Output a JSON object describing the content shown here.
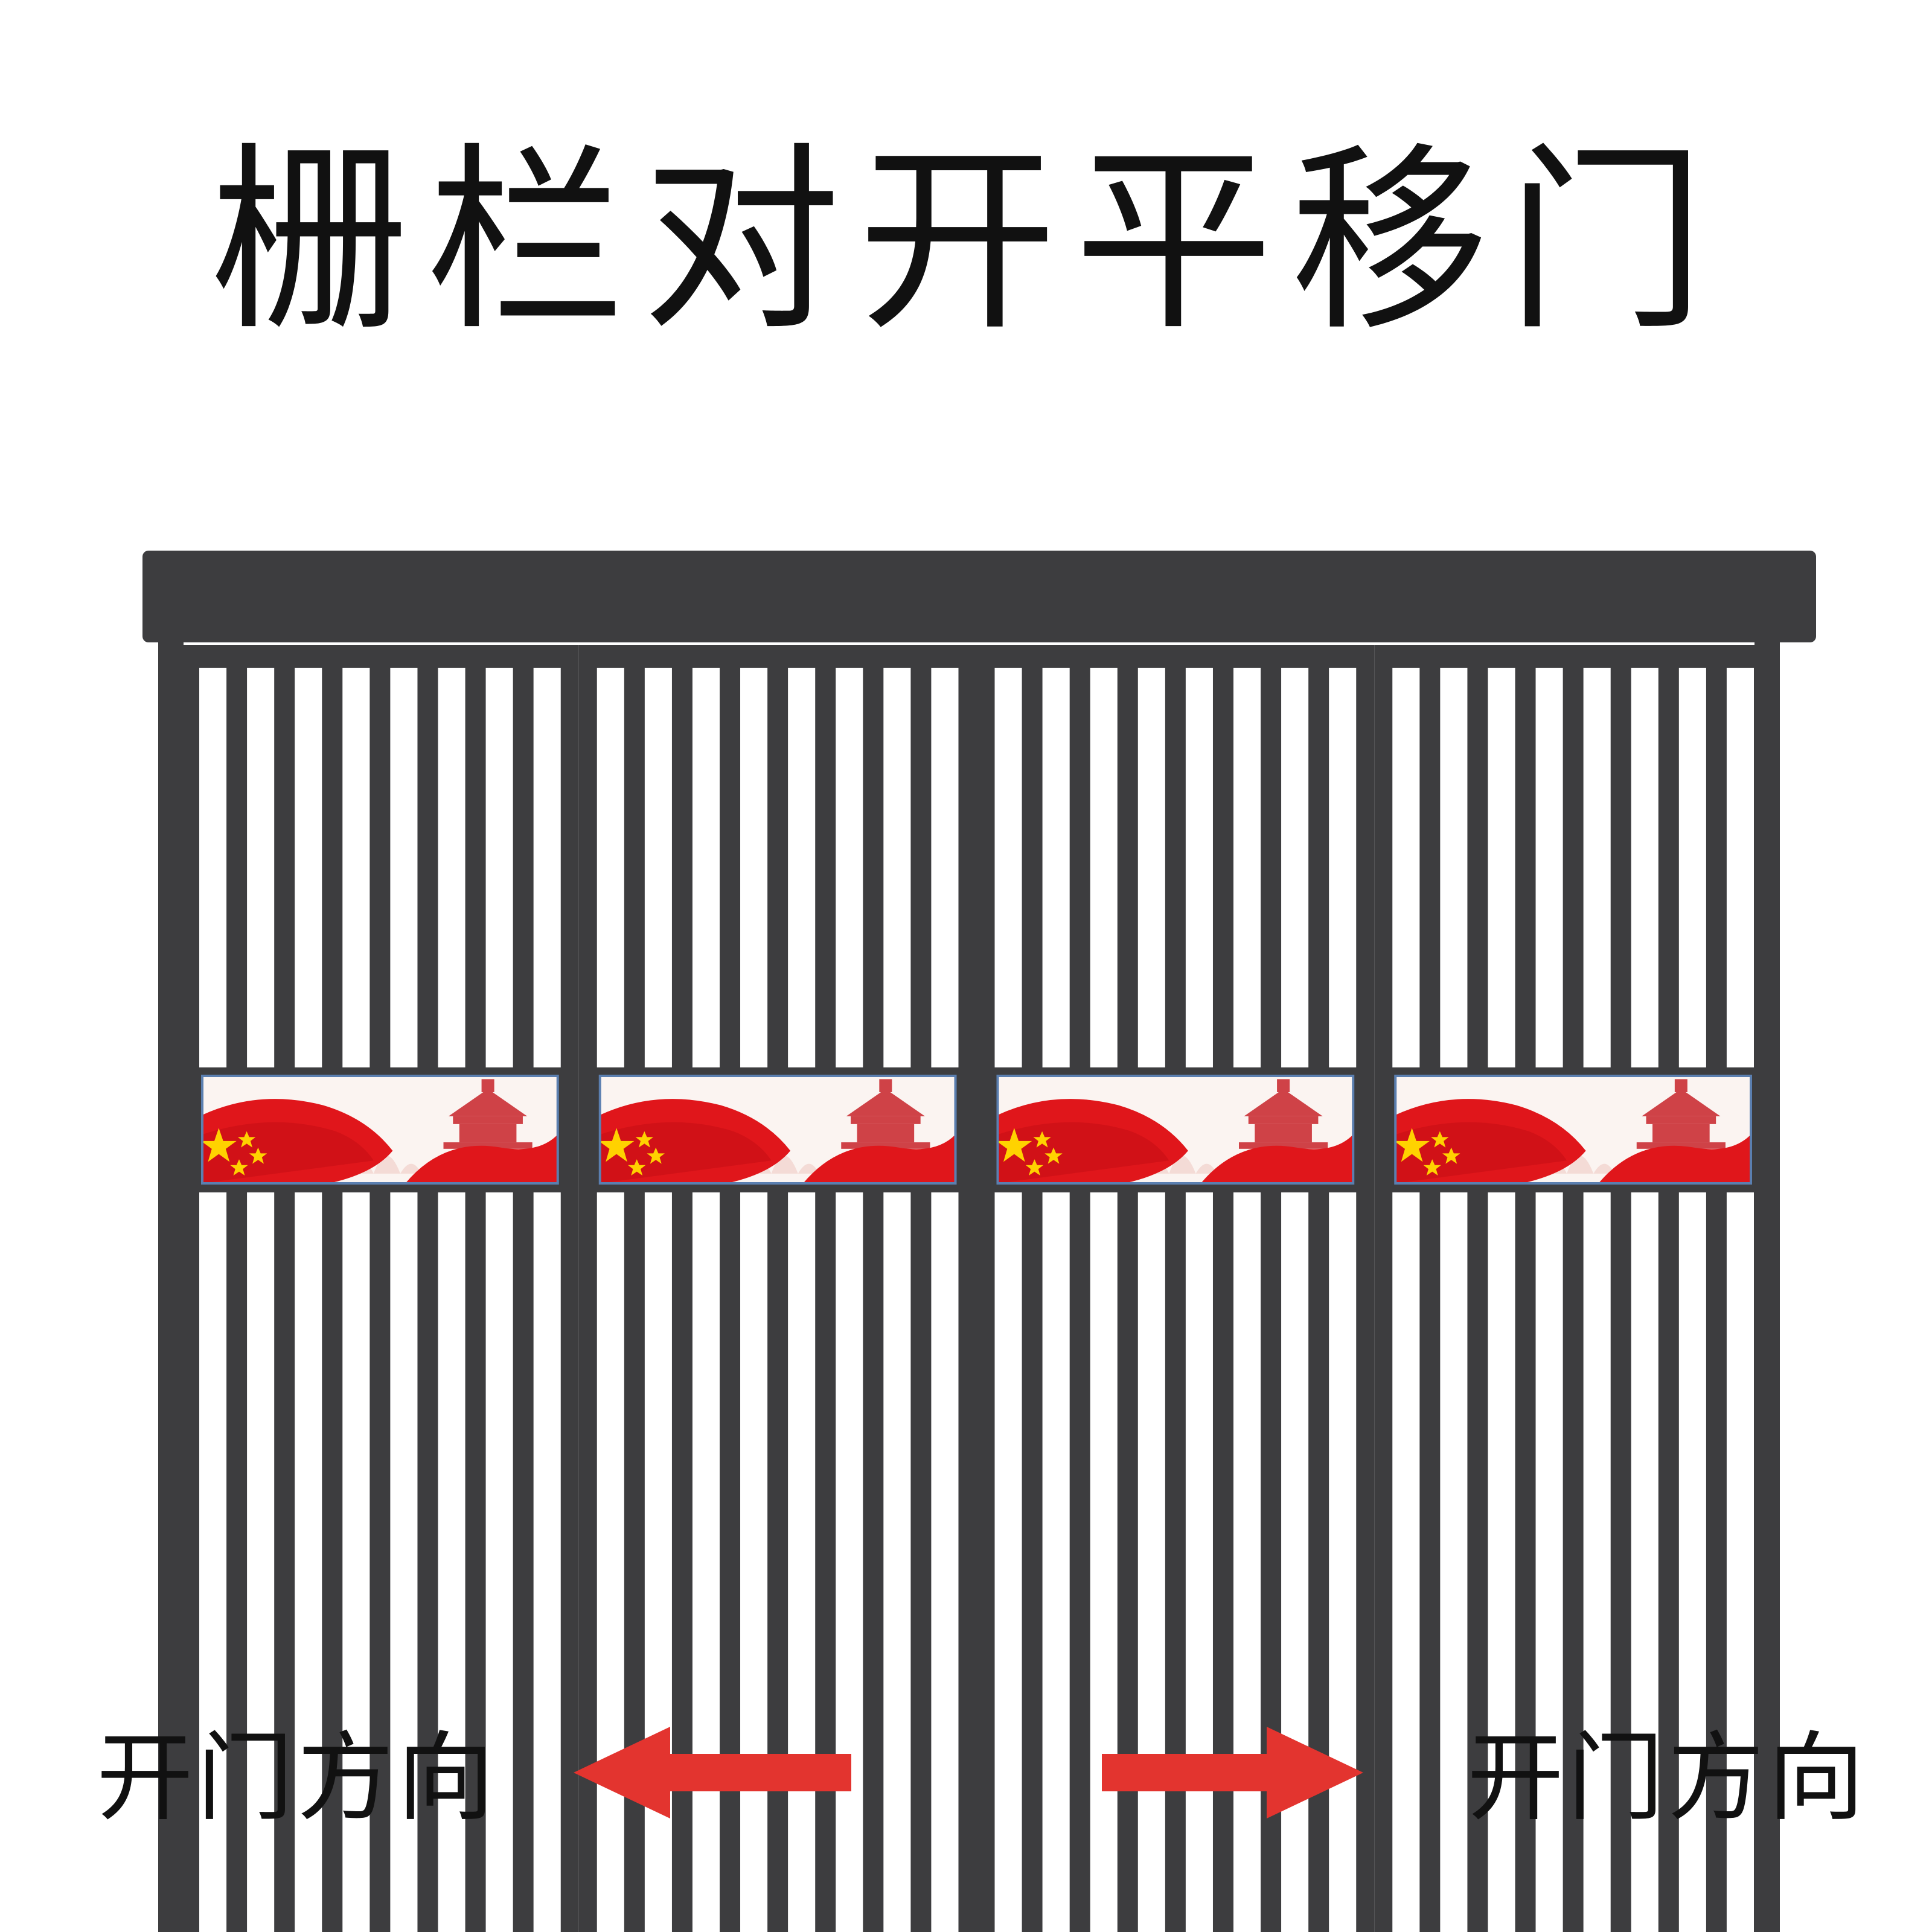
{
  "title": "栅栏对开平移门",
  "directions": {
    "left_label": "开门方向",
    "right_label": "开门方向"
  },
  "gate": {
    "leaves": 4,
    "bars_per_panel": 7,
    "frame_color": "#3d3d3f",
    "background_color": "#ffffff"
  },
  "banner": {
    "flag_color": "#e0161b",
    "star_color": "#ffd200"
  },
  "arrows": {
    "color": "#e3342f",
    "left_direction": "left",
    "right_direction": "right"
  }
}
